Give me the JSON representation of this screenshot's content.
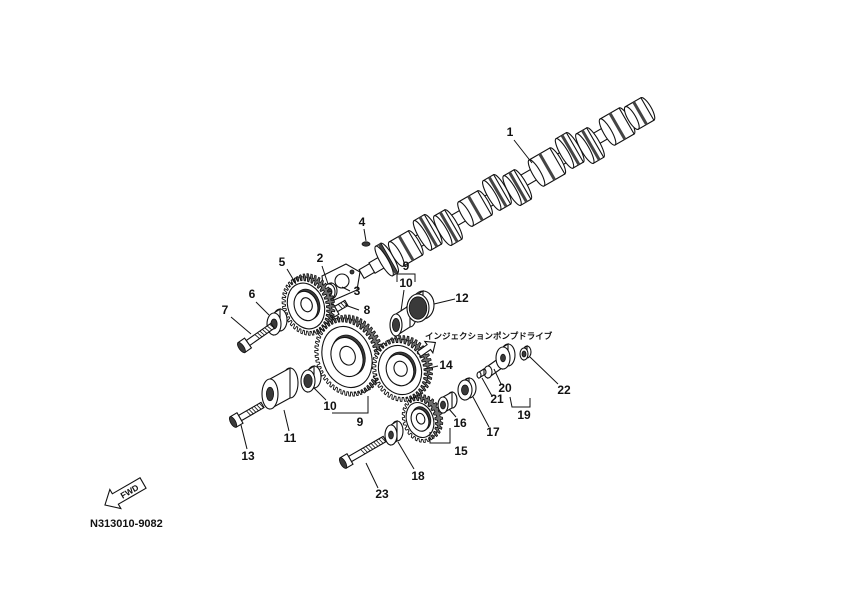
{
  "callouts": {
    "c1": "1",
    "c2": "2",
    "c3": "3",
    "c4": "4",
    "c5": "5",
    "c6": "6",
    "c7": "7",
    "c8": "8",
    "c9_upper": "9",
    "c10_upper": "10",
    "c12": "12",
    "c14": "14",
    "c10_lower": "10",
    "c9_lower": "9",
    "c11": "11",
    "c13": "13",
    "c15": "15",
    "c16": "16",
    "c17": "17",
    "c18": "18",
    "c19": "19",
    "c20": "20",
    "c21": "21",
    "c22": "22",
    "c23": "23"
  },
  "annotation": {
    "injection_pump_drive": "インジェクションポンプドライブ"
  },
  "fwd_arrow": {
    "label": "FWD"
  },
  "drawing_code": "N313010-9082"
}
